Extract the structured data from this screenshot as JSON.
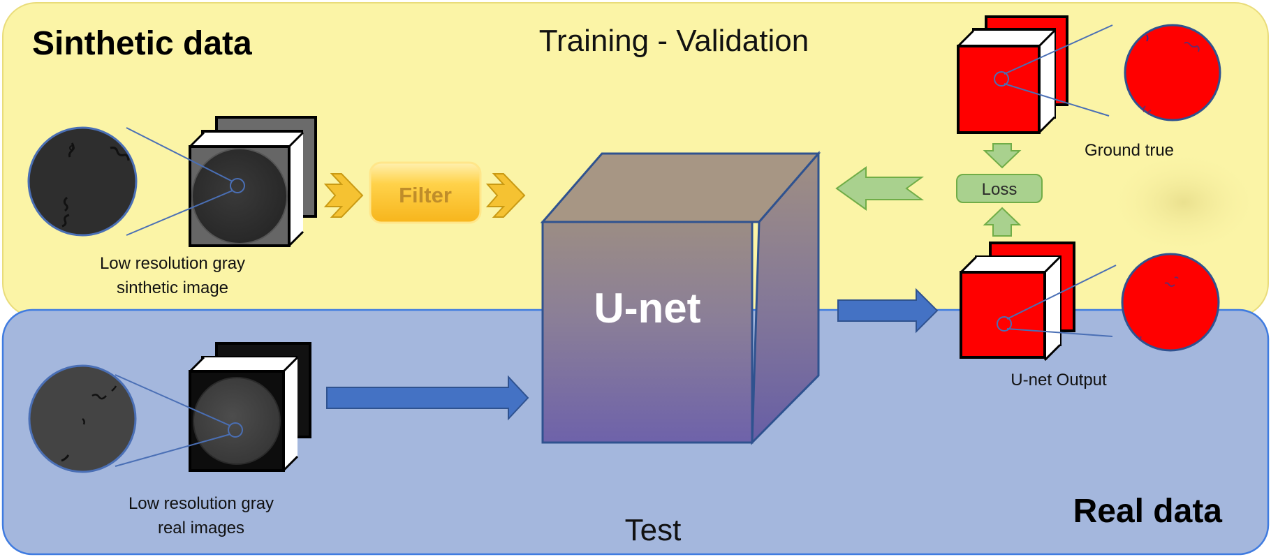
{
  "panels": {
    "synthetic_title": "Sinthetic data",
    "training_label": "Training - Validation",
    "real_title": "Real data",
    "test_label": "Test"
  },
  "captions": {
    "synthetic_line1": "Low resolution gray",
    "synthetic_line2": "sinthetic image",
    "real_line1": "Low resolution gray",
    "real_line2": "real images",
    "ground_true": "Ground true",
    "unet_output": "U-net Output"
  },
  "boxes": {
    "filter": "Filter",
    "loss": "Loss",
    "unet": "U-net"
  },
  "colors": {
    "synthetic_panel": "#fbf4a6",
    "real_panel": "#a4b7dd",
    "panel_border": "#4a7fd6",
    "unet_top": "#a79684",
    "unet_front_top": "#9b8c86",
    "unet_front_bottom": "#6d62a8",
    "blue_arrow": "#4472c4",
    "green_arrow": "#a9d18e",
    "gold_arrow": "#f5c232",
    "mask_red": "#ff0000"
  }
}
